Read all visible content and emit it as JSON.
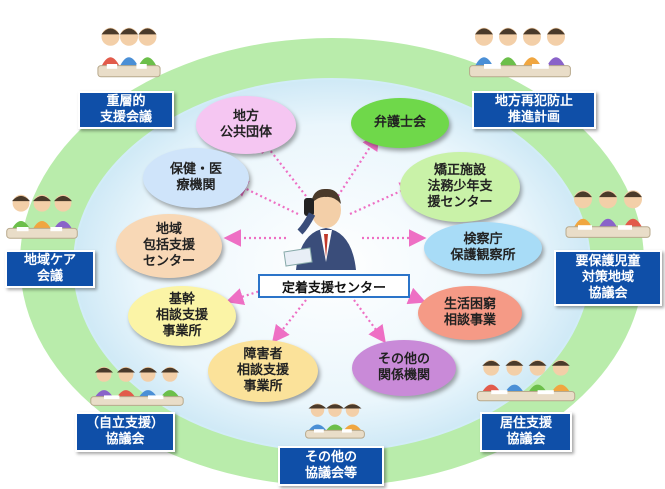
{
  "center": {
    "label": "定着支援センター"
  },
  "inner_nodes": [
    {
      "id": "chiho-kokyo-dantai",
      "label": "地方\n公共団体",
      "fill": "#f5c6f2"
    },
    {
      "id": "bengoshikai",
      "label": "弁護士会",
      "fill": "#6fd84a"
    },
    {
      "id": "hoken-iryo-kikan",
      "label": "保健・医\n療機関",
      "fill": "#cfe4fa"
    },
    {
      "id": "kyosei-shisetsu",
      "label": "矯正施設\n法務少年支\n援センター",
      "fill": "#c9f2a8"
    },
    {
      "id": "chiiki-hokatsu",
      "label": "地域\n包括支援\nセンター",
      "fill": "#f8d8b6"
    },
    {
      "id": "kensatsucho",
      "label": "検察庁\n保護観察所",
      "fill": "#a8dcf7"
    },
    {
      "id": "kikan-sodan",
      "label": "基幹\n相談支援\n事業所",
      "fill": "#fbf4a6"
    },
    {
      "id": "seikatsu-konkyu",
      "label": "生活困窮\n相談事業",
      "fill": "#f59a86"
    },
    {
      "id": "shogaisha-sodan",
      "label": "障害者\n相談支援\n事業所",
      "fill": "#fbe29a"
    },
    {
      "id": "sonota-kankei",
      "label": "その他の\n関係機関",
      "fill": "#c98ad8"
    }
  ],
  "outer_boxes": [
    {
      "id": "jusoteki-shien",
      "label": "重層的\n支援会議"
    },
    {
      "id": "saihan-boshi",
      "label": "地方再犯防止\n推進計画"
    },
    {
      "id": "chiiki-care",
      "label": "地域ケア\n会議"
    },
    {
      "id": "yohogo-jido",
      "label": "要保護児童\n対策地域\n協議会"
    },
    {
      "id": "jiritsu-shien",
      "label": "（自立支援）\n協議会"
    },
    {
      "id": "kyoju-shien",
      "label": "居住支援\n協議会"
    },
    {
      "id": "sonota-kyogikai",
      "label": "その他の\n協議会等"
    }
  ],
  "colors": {
    "outer_ring": "#b9ecab",
    "inner_disc": "#e6f4fb",
    "box_fill": "#0f4fa8",
    "arrow": "#ee6fc4"
  },
  "icons": {
    "center_figure": "businessman-on-phone-icon",
    "meeting": "meeting-people-icon"
  }
}
